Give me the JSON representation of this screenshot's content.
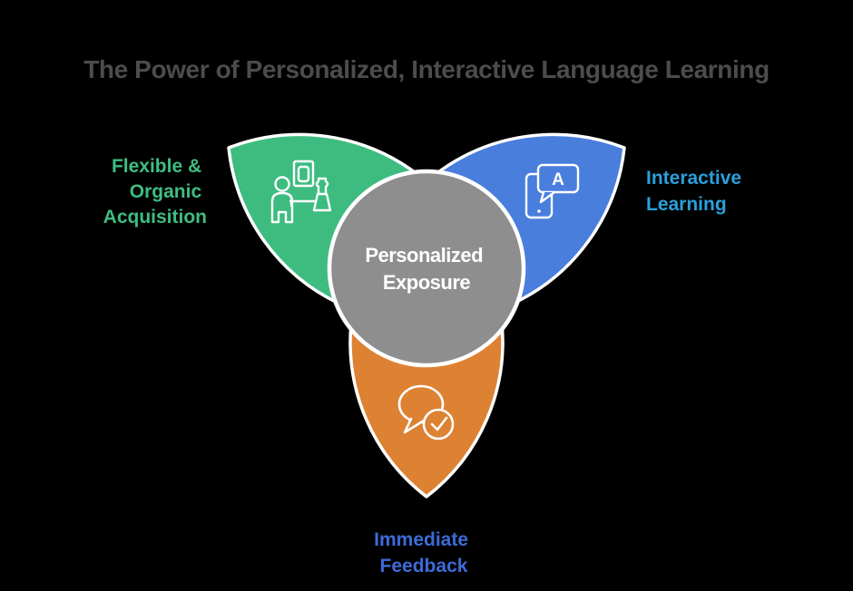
{
  "title": "The Power of Personalized, Interactive Language Learning",
  "colors": {
    "background": "#000000",
    "title_text": "#4C4C4C",
    "petal_green": "#3EBC80",
    "petal_blue": "#4A7EDC",
    "petal_orange": "#DD8133",
    "center_gray": "#8E8E8E",
    "label_green": "#3EBD81",
    "label_cyan_blue": "#2AA0DB",
    "label_royal_blue": "#3E6BD9",
    "outline_white": "#FFFFFF"
  },
  "center": {
    "line1": "Personalized",
    "line2": "Exposure"
  },
  "petals": {
    "flexible": {
      "icon": "museum-visitor-icon",
      "lines": [
        "Flexible &",
        "Organic",
        "Acquisition"
      ]
    },
    "interactive": {
      "icon": "phone-chat-icon",
      "bubble_letter": "A",
      "lines": [
        "Interactive",
        "Learning"
      ]
    },
    "feedback": {
      "icon": "chat-check-icon",
      "lines": [
        "Immediate",
        "Feedback"
      ]
    }
  }
}
